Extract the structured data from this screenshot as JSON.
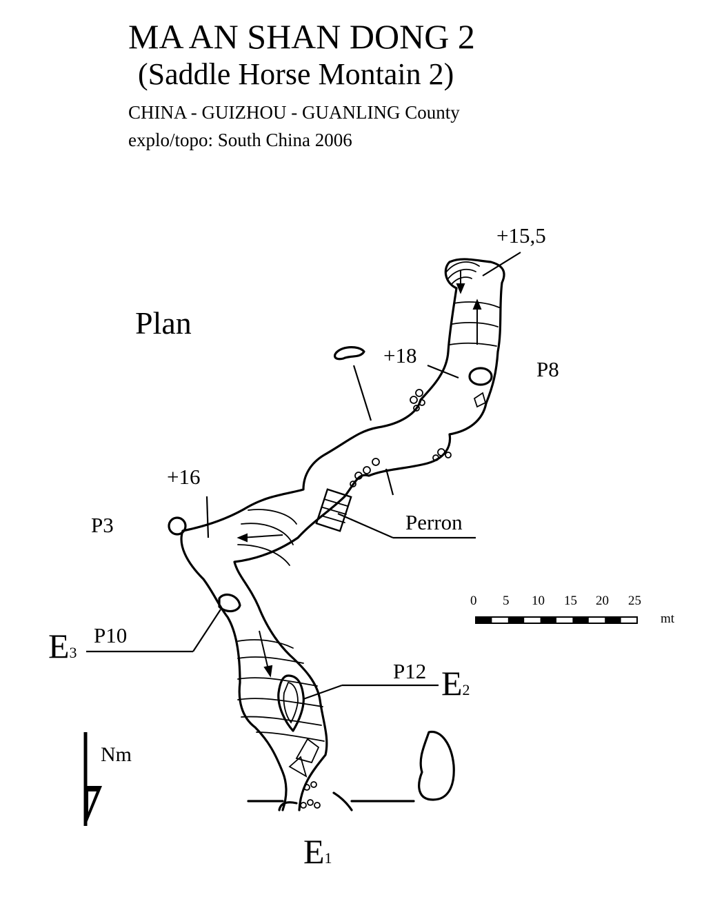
{
  "header": {
    "title": "MA AN SHAN DONG 2",
    "subtitle": "(Saddle Horse Montain 2)",
    "region": "CHINA - GUIZHOU - GUANLING County",
    "credits": "explo/topo: South China 2006"
  },
  "map": {
    "view_label": "Plan",
    "labels": {
      "alt_top": "+15,5",
      "alt_mid": "+18",
      "alt_left": "+16",
      "p8": "P8",
      "p3": "P3",
      "perron": "Perron",
      "p10": "P10",
      "p12": "P12"
    },
    "entrances": {
      "e1": {
        "letter": "E",
        "index": "1"
      },
      "e2": {
        "letter": "E",
        "index": "2"
      },
      "e3": {
        "letter": "E",
        "index": "3"
      }
    },
    "scale_bar": {
      "ticks": [
        "0",
        "5",
        "10",
        "15",
        "20",
        "25"
      ],
      "unit": "mt"
    },
    "north_arrow": {
      "label": "Nm"
    }
  }
}
